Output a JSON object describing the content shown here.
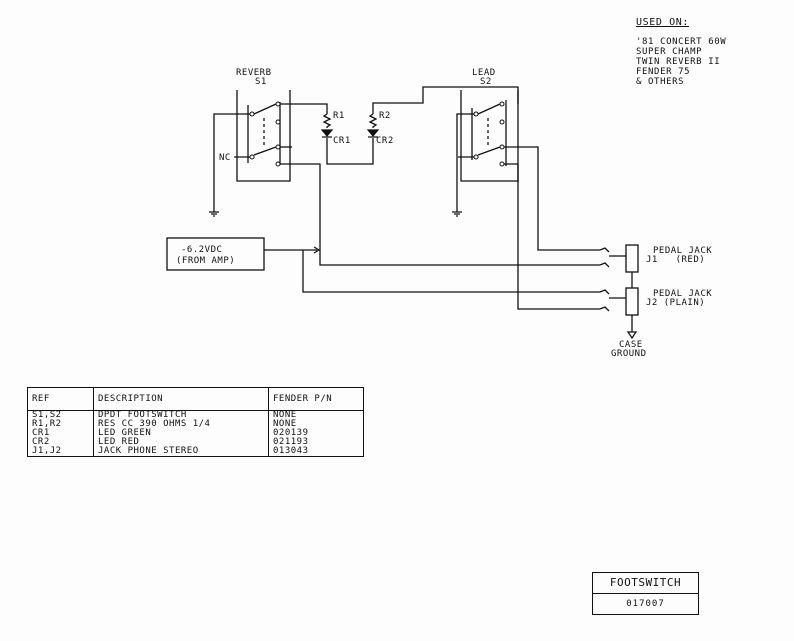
{
  "used_on": {
    "header": "USED ON:",
    "items": [
      "'81 CONCERT 60W",
      "SUPER CHAMP",
      "TWIN REVERB II",
      "FENDER 75",
      "& OTHERS"
    ]
  },
  "switches": {
    "s1": {
      "name": "REVERB",
      "ref": "S1",
      "nc_label": "NC"
    },
    "s2": {
      "name": "LEAD",
      "ref": "S2"
    }
  },
  "components": {
    "r1": "R1",
    "cr1": "CR1",
    "r2": "R2",
    "cr2": "CR2"
  },
  "supply": {
    "line1": "-6.2VDC",
    "line2": "(FROM AMP)"
  },
  "jacks": {
    "j1": {
      "line1": "PEDAL JACK",
      "line2": "J1   (RED)"
    },
    "j2": {
      "line1": "PEDAL JACK",
      "line2": "J2 (PLAIN)"
    },
    "case_ground": {
      "line1": "CASE",
      "line2": "GROUND"
    }
  },
  "parts_table": {
    "headers": [
      "REF",
      "DESCRIPTION",
      "FENDER P/N"
    ],
    "rows": [
      [
        "S1,S2",
        "DPDT FOOTSWITCH",
        "NONE"
      ],
      [
        "R1,R2",
        "RES CC 390 OHMS 1/4",
        "NONE"
      ],
      [
        "CR1",
        "LED GREEN",
        "020139"
      ],
      [
        "CR2",
        "LED RED",
        "021193"
      ],
      [
        "J1,J2",
        "JACK PHONE STEREO",
        "013043"
      ]
    ]
  },
  "title_block": {
    "title": "FOOTSWITCH",
    "number": "017007"
  }
}
